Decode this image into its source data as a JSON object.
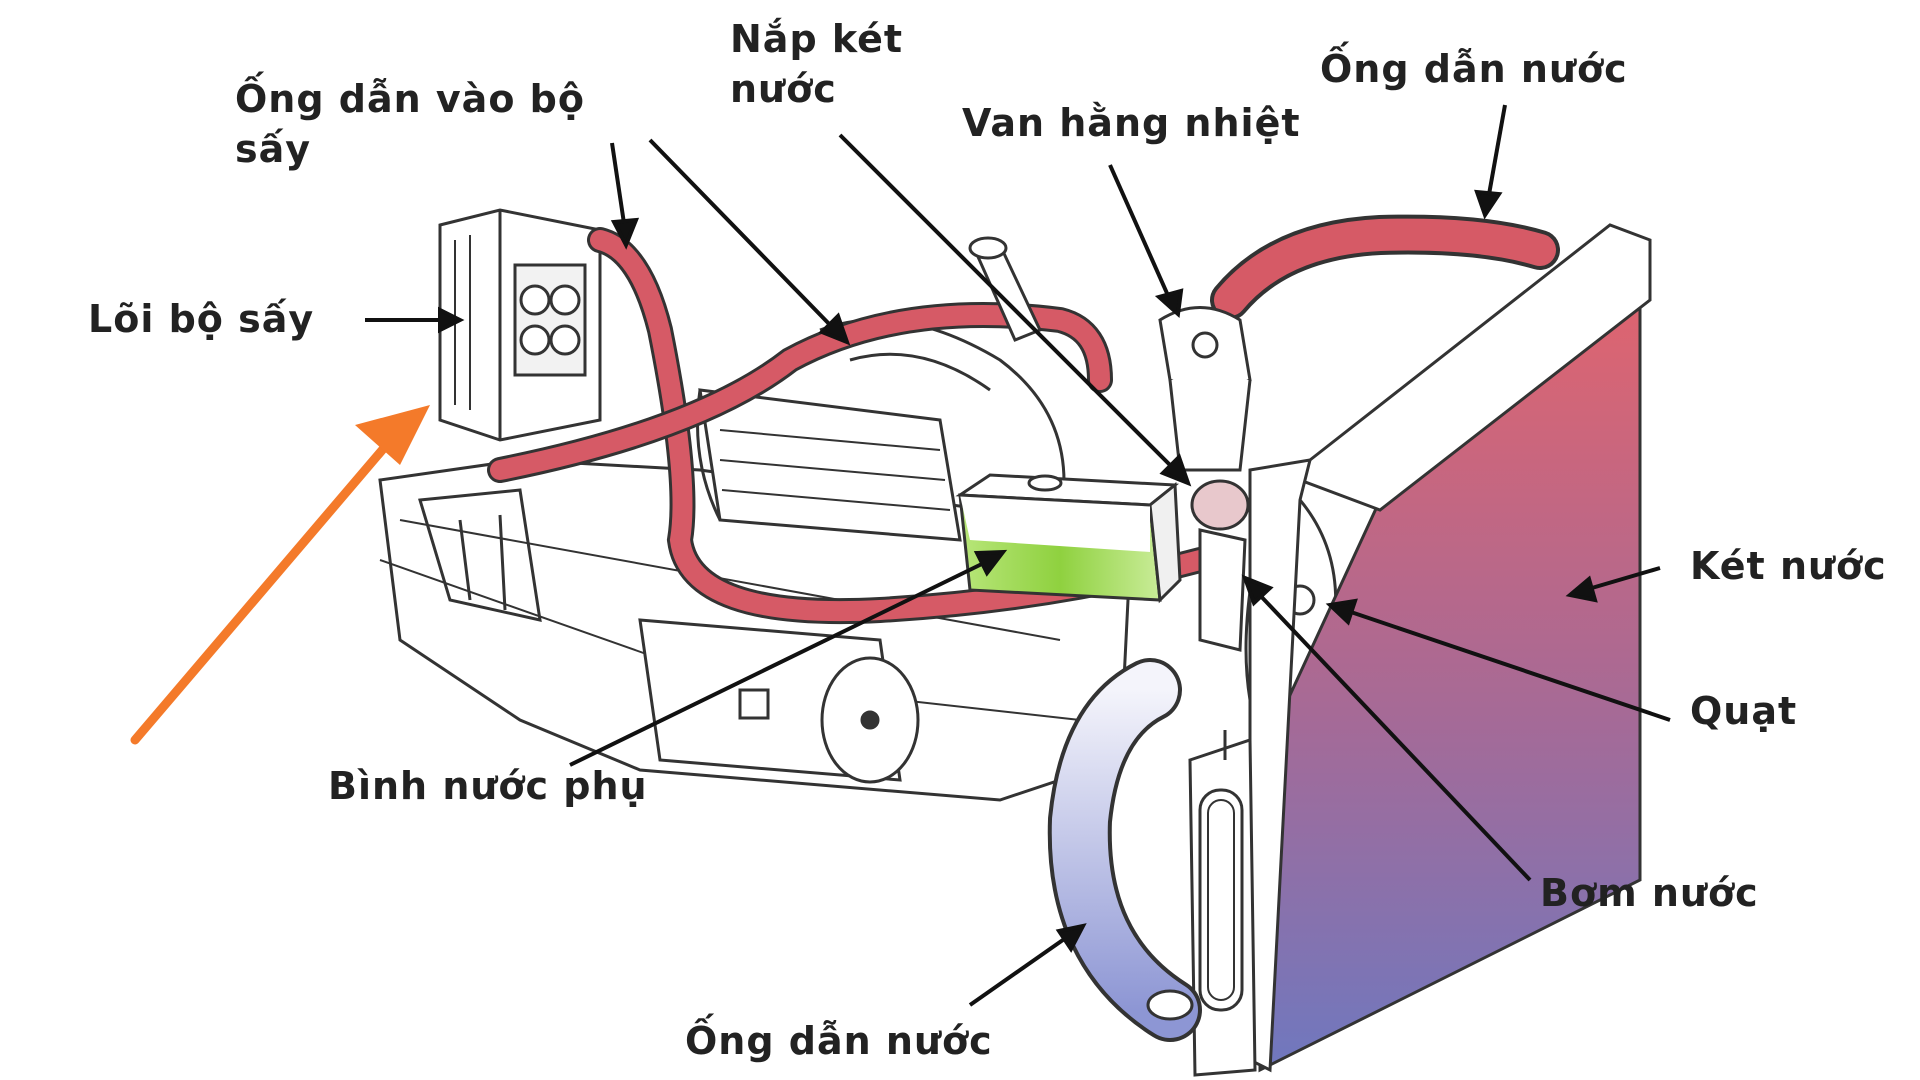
{
  "diagram": {
    "labels": {
      "heater_inlet_hose_line1": "Ống dẫn vào bộ",
      "heater_inlet_hose_line2": "sấy",
      "heater_core": "Lõi bộ sấy",
      "radiator_cap_line1": "Nắp két",
      "radiator_cap_line2": "nước",
      "thermostat": "Van hằng nhiệt",
      "upper_hose": "Ống dẫn nước",
      "radiator": "Két nước",
      "fan": "Quạt",
      "water_pump": "Bơm nước",
      "reservoir": "Bình nước phụ",
      "lower_hose": "Ống dẫn nước"
    },
    "colors": {
      "hot_hose": "#d65a66",
      "radiator_top": "#e0646e",
      "radiator_bottom": "#6f78bf",
      "lower_hose_top": "#f4f4fb",
      "lower_hose_bottom": "#8d96d4",
      "coolant": "#8fd13f",
      "airflow_arrow": "#f47a2a",
      "outline": "#333333"
    }
  }
}
